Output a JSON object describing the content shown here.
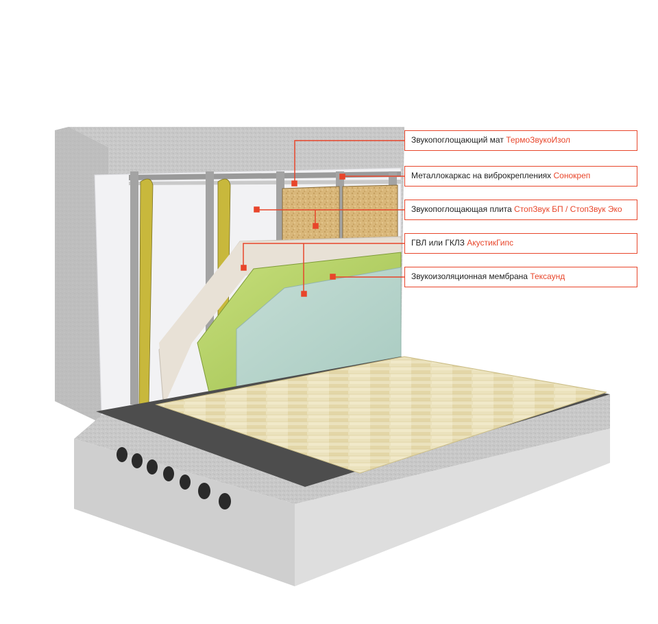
{
  "callouts": [
    {
      "text": "Звукопоглощающий мат",
      "brand": "ТермоЗвукоИзол"
    },
    {
      "text": "Металлокаркас на виброкреплениях",
      "brand": "Сонокреп"
    },
    {
      "text": "Звукопоглощающая плита",
      "brand": "СтопЗвук БП / СтопЗвук Эко"
    },
    {
      "text": "ГВЛ или ГКЛЗ",
      "brand": "АкустикГипс"
    },
    {
      "text": "Звукоизоляционная мембрана",
      "brand": "Тексаунд"
    }
  ],
  "colors": {
    "accent": "#e8452a",
    "concrete": "#c9c9c9",
    "insulation_board": "#d9b77a",
    "gypsum_board": "#e4ddd3",
    "membrane": "#b9d66a",
    "finish_panel": "#b7d5cc",
    "floor_wood": "#e8dfb7",
    "underlay": "#4d4d4d"
  }
}
